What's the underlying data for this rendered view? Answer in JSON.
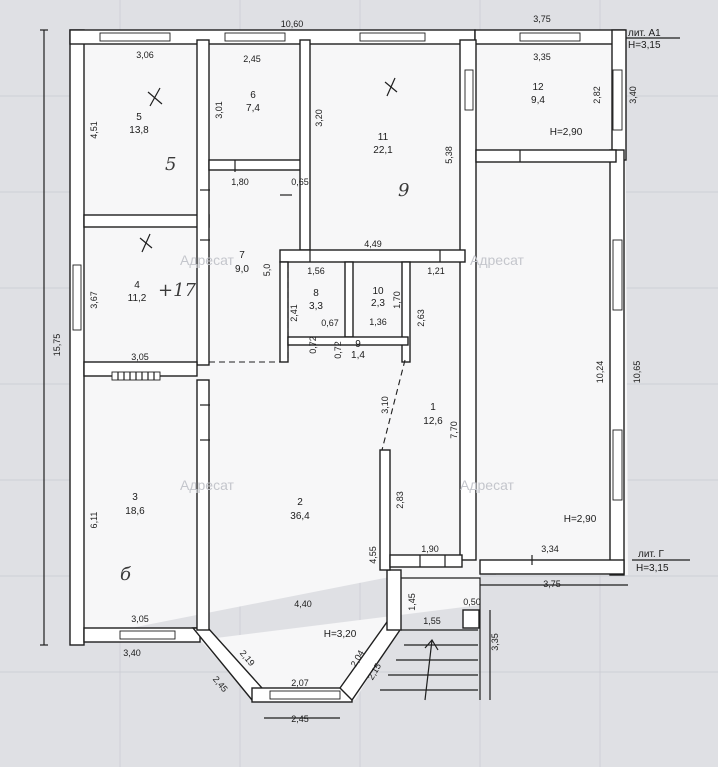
{
  "dimensions": {
    "top_total": "10,60",
    "r5_top": "3,06",
    "r6_top": "2,45",
    "r12_outer": "3,75",
    "r12_inner": "3,35",
    "r5_height": "4,51",
    "r6_height": "3,01",
    "r11_left": "3,20",
    "r11_right": "5,38",
    "r12_right_in": "2,82",
    "r12_right_out": "3,40",
    "corr_180": "1,80",
    "corr_065": "0,65",
    "r11_bottom": "4,49",
    "r7_height": "5,0",
    "r8_top": "1,56",
    "r10_right": "1,21",
    "r8_left": "2,41",
    "r8_bottom": "0,67",
    "r10_side": "1,70",
    "r10_bottom": "1,36",
    "r10_263": "2,63",
    "r9_left": "0,72",
    "r9_mid": "0,72",
    "left_total": "15,75",
    "r4_left": "3,67",
    "r4_bottom": "3,05",
    "hall_310": "3,10",
    "r1_770": "7,70",
    "right_in": "10,24",
    "right_out": "10,65",
    "r3_left": "6,11",
    "r3_bottom": "3,05",
    "col_283": "2,83",
    "col_455": "4,55",
    "step_190": "1,90",
    "g_334": "3,34",
    "g_375": "3,75",
    "r2_440": "4,40",
    "porch_145": "1,45",
    "porch_050": "0,50",
    "porch_155": "1,55",
    "porch_335": "3,35",
    "left_340": "3,40",
    "bay_219": "2,19",
    "bay_245l": "2,45",
    "bay_207": "2,07",
    "bay_204": "2,04",
    "bay_215": "2,15",
    "bay_245b": "2,45"
  },
  "rooms": [
    {
      "num": "5",
      "area": "13,8"
    },
    {
      "num": "6",
      "area": "7,4"
    },
    {
      "num": "11",
      "area": "22,1"
    },
    {
      "num": "12",
      "area": "9,4"
    },
    {
      "num": "4",
      "area": "11,2"
    },
    {
      "num": "7",
      "area": "9,0"
    },
    {
      "num": "8",
      "area": "3,3"
    },
    {
      "num": "10",
      "area": "2,3"
    },
    {
      "num": "9",
      "area": "1,4"
    },
    {
      "num": "1",
      "area": "12,6"
    },
    {
      "num": "2",
      "area": "36,4"
    },
    {
      "num": "3",
      "area": "18,6"
    }
  ],
  "notes": {
    "lit_a1": "лит. А1",
    "h_a1": "Н=3,15",
    "lit_g": "лит. Г",
    "h_g": "Н=3,15",
    "h_r12": "Н=2,90",
    "h_g_room": "Н=2,90",
    "h_r2": "Н=3,20"
  },
  "handwriting": {
    "r5": "5",
    "r4": "+17",
    "r11": "9",
    "r3": "б"
  },
  "watermark": {
    "text": "Адресат"
  }
}
